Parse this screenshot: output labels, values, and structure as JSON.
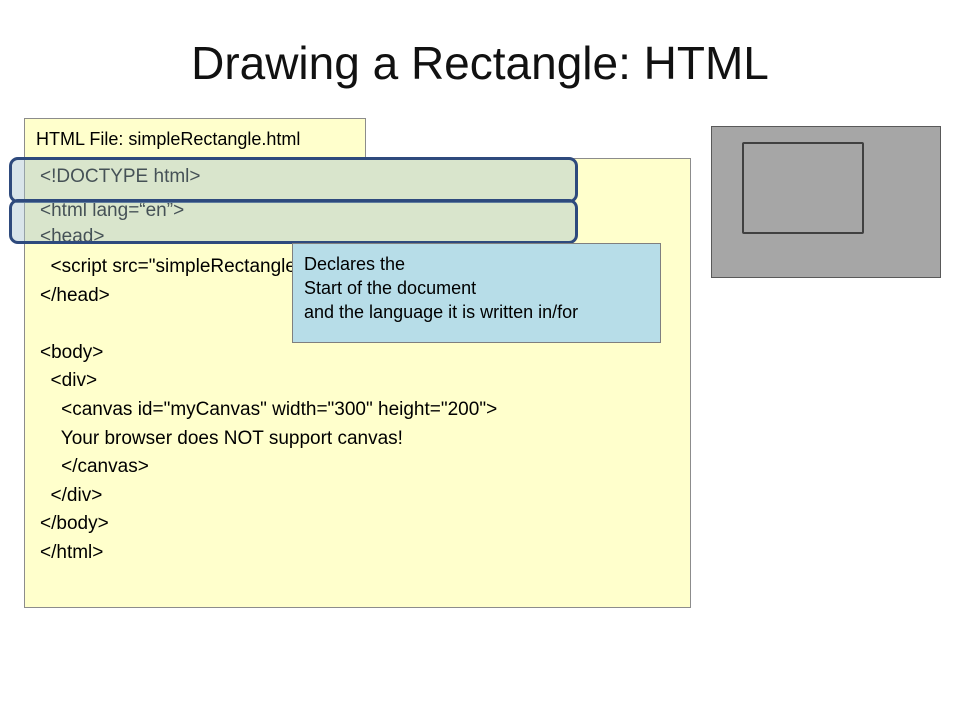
{
  "slide": {
    "title": "Drawing a Rectangle: HTML"
  },
  "file_tab": {
    "label": "HTML File: simpleRectangle.html"
  },
  "code": {
    "lines": [
      "<!DOCTYPE html>",
      "<html lang=“en”>",
      "<head>",
      "  <script src=\"simpleRectangle.js\" type=\"text/javascript\"></script>",
      "</head>",
      "",
      "<body>",
      "  <div>",
      "    <canvas id=\"myCanvas\" width=\"300\" height=\"200\">",
      "    Your browser does NOT support canvas!",
      "    </canvas>",
      "  </div>",
      "</body>",
      "</html>"
    ]
  },
  "callout": {
    "lines": [
      "Declares the",
      "Start of the document",
      "and the language it is written in/for"
    ]
  },
  "colors": {
    "code_background": "#ffffcc",
    "callout_background": "#b7dde8",
    "highlight_border": "#2e4a7d",
    "preview_background": "#a6a6a6"
  }
}
